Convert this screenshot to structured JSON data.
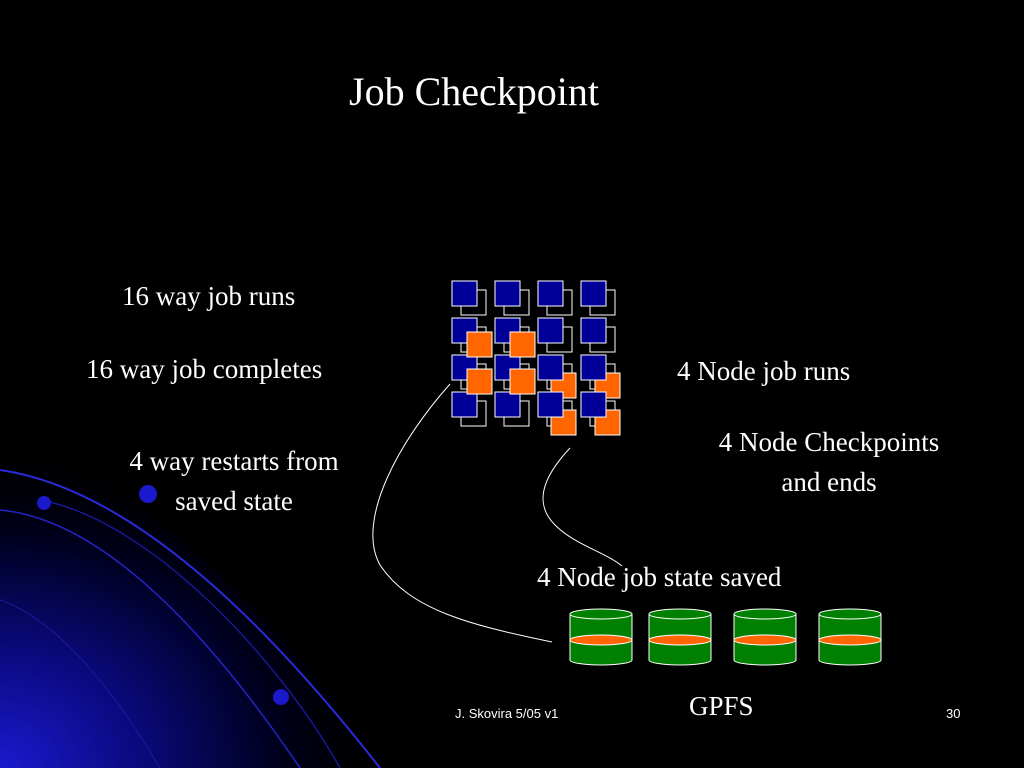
{
  "slide": {
    "title": "Job Checkpoint",
    "labels": {
      "job16_runs": "16 way job runs",
      "job16_completes": "16 way job completes",
      "restart_line1": "4 way restarts from",
      "restart_line2": "saved state",
      "node4_runs": "4 Node job runs",
      "checkpoint_line1": "4 Node Checkpoints",
      "checkpoint_line2": "and ends",
      "state_saved": "4 Node job state saved",
      "storage": "GPFS"
    },
    "footer": {
      "author": "J. Skovira 5/05 v1",
      "page": "30"
    }
  },
  "colors": {
    "background": "#000000",
    "node_blue": "#000099",
    "node_orange": "#ff6600",
    "disk_green": "#008000",
    "disk_band": "#ff6600",
    "accent_blue": "#1010c0"
  },
  "diagram": {
    "nodes16": {
      "rows": 4,
      "cols": 4
    },
    "nodes4": 4,
    "disks": 4
  }
}
